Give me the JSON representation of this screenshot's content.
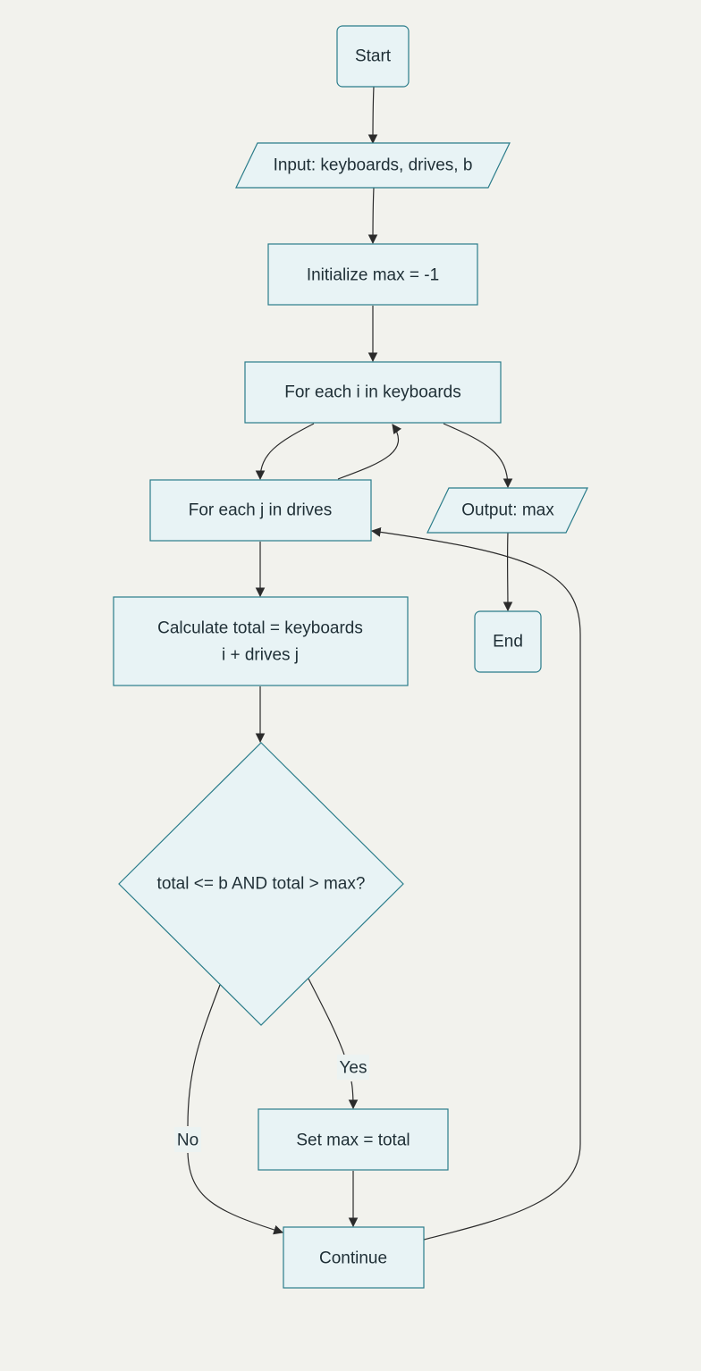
{
  "flowchart": {
    "nodes": {
      "start": "Start",
      "input": "Input: keyboards, drives, b",
      "init": "Initialize max = -1",
      "loop_i": "For each i in keyboards",
      "loop_j": "For each j in drives",
      "output": "Output: max",
      "calc_line1": "Calculate total = keyboards",
      "calc_line2": "i + drives j",
      "end": "End",
      "decision": "total <= b AND total > max?",
      "set_max": "Set max = total",
      "continue": "Continue"
    },
    "edge_labels": {
      "yes": "Yes",
      "no": "No"
    },
    "colors": {
      "background": "#f2f2ed",
      "node_fill": "#e8f3f5",
      "node_stroke": "#2a7c8a",
      "edge": "#2b2b2b",
      "text": "#1f2f36"
    }
  }
}
